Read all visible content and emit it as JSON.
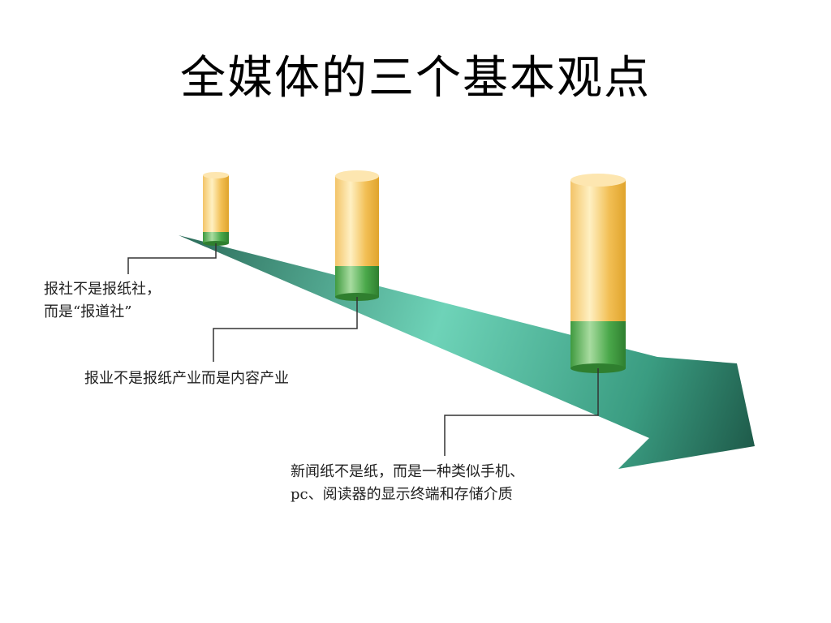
{
  "title": "全媒体的三个基本观点",
  "points": [
    {
      "lines": [
        "报社不是报纸社，",
        "而是“报道社”"
      ]
    },
    {
      "lines": [
        "报业不是报纸产业而是内容产业"
      ]
    },
    {
      "lines": [
        "新闻纸不是纸，而是一种类似手机、",
        "pc、阅读器的显示终端和存储介质"
      ]
    }
  ],
  "colors": {
    "arrow_light": "#6ed3b8",
    "arrow_dark": "#1f6b55",
    "cylinder_gold": "#f1b63c",
    "cylinder_green": "#3c9c3c",
    "callout_line": "#333333"
  }
}
